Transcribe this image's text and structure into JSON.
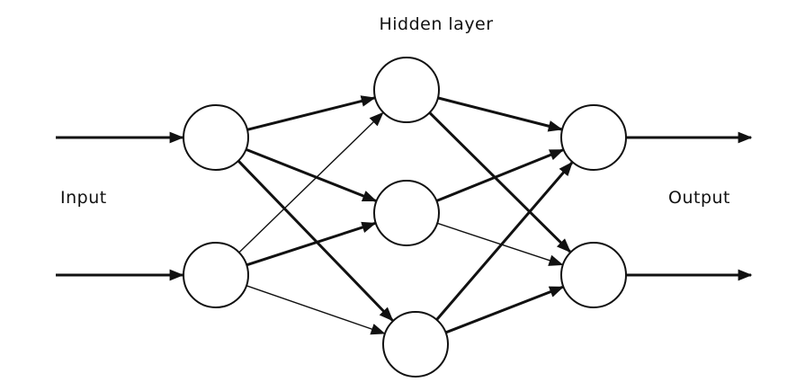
{
  "labels": {
    "hidden": "Hidden layer",
    "input": "Input",
    "output": "Output"
  },
  "network": {
    "layers": [
      {
        "name": "input",
        "nodes": [
          "i1",
          "i2"
        ]
      },
      {
        "name": "hidden",
        "nodes": [
          "h1",
          "h2",
          "h3"
        ]
      },
      {
        "name": "output",
        "nodes": [
          "o1",
          "o2"
        ]
      }
    ],
    "connections": [
      {
        "from": "in-arrow-1",
        "to": "i1",
        "weight": "heavy"
      },
      {
        "from": "in-arrow-2",
        "to": "i2",
        "weight": "heavy"
      },
      {
        "from": "i1",
        "to": "h1",
        "weight": "heavy"
      },
      {
        "from": "i1",
        "to": "h2",
        "weight": "heavy"
      },
      {
        "from": "i1",
        "to": "h3",
        "weight": "heavy"
      },
      {
        "from": "i2",
        "to": "h1",
        "weight": "light"
      },
      {
        "from": "i2",
        "to": "h2",
        "weight": "heavy"
      },
      {
        "from": "i2",
        "to": "h3",
        "weight": "light"
      },
      {
        "from": "h1",
        "to": "o1",
        "weight": "heavy"
      },
      {
        "from": "h1",
        "to": "o2",
        "weight": "heavy"
      },
      {
        "from": "h2",
        "to": "o1",
        "weight": "heavy"
      },
      {
        "from": "h2",
        "to": "o2",
        "weight": "light"
      },
      {
        "from": "h3",
        "to": "o1",
        "weight": "heavy"
      },
      {
        "from": "h3",
        "to": "o2",
        "weight": "heavy"
      },
      {
        "from": "o1",
        "to": "out-arrow-1",
        "weight": "heavy"
      },
      {
        "from": "o2",
        "to": "out-arrow-2",
        "weight": "heavy"
      }
    ]
  },
  "colors": {
    "stroke": "#111111",
    "background": "#ffffff"
  }
}
